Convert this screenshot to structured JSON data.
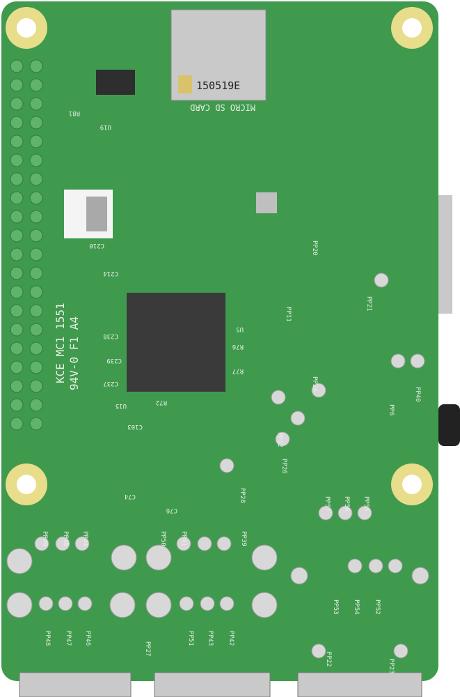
{
  "board": {
    "sd_slot_code": "150519E",
    "sd_slot_label": "MICRO SD CARD",
    "manufacturer_mark": "KCE MC1 1551",
    "rating_mark": "94V-0 F1 A4",
    "test_points": [
      "PP49",
      "PP45",
      "PP44",
      "PP50",
      "PP41",
      "PP39",
      "PP48",
      "PP47",
      "PP46",
      "PP27",
      "PP51",
      "PP43",
      "PP42",
      "PP57",
      "PP56",
      "PP55",
      "PP53",
      "PP54",
      "PP52",
      "PP22",
      "PP23",
      "PP24",
      "PP12",
      "PP26",
      "PP28",
      "PP11",
      "PP40",
      "PP21",
      "PP20",
      "PP6"
    ],
    "component_labels": [
      "U19",
      "U15",
      "U5",
      "C238",
      "C239",
      "C237",
      "C103",
      "C74",
      "C76",
      "R72",
      "R76",
      "R77",
      "R81",
      "C214",
      "C210"
    ]
  },
  "colors": {
    "pcb": "#3f9a4e",
    "pad_ring": "#e8dd8a",
    "chip": "#3a3a3a",
    "silver": "#c9c9c9"
  }
}
